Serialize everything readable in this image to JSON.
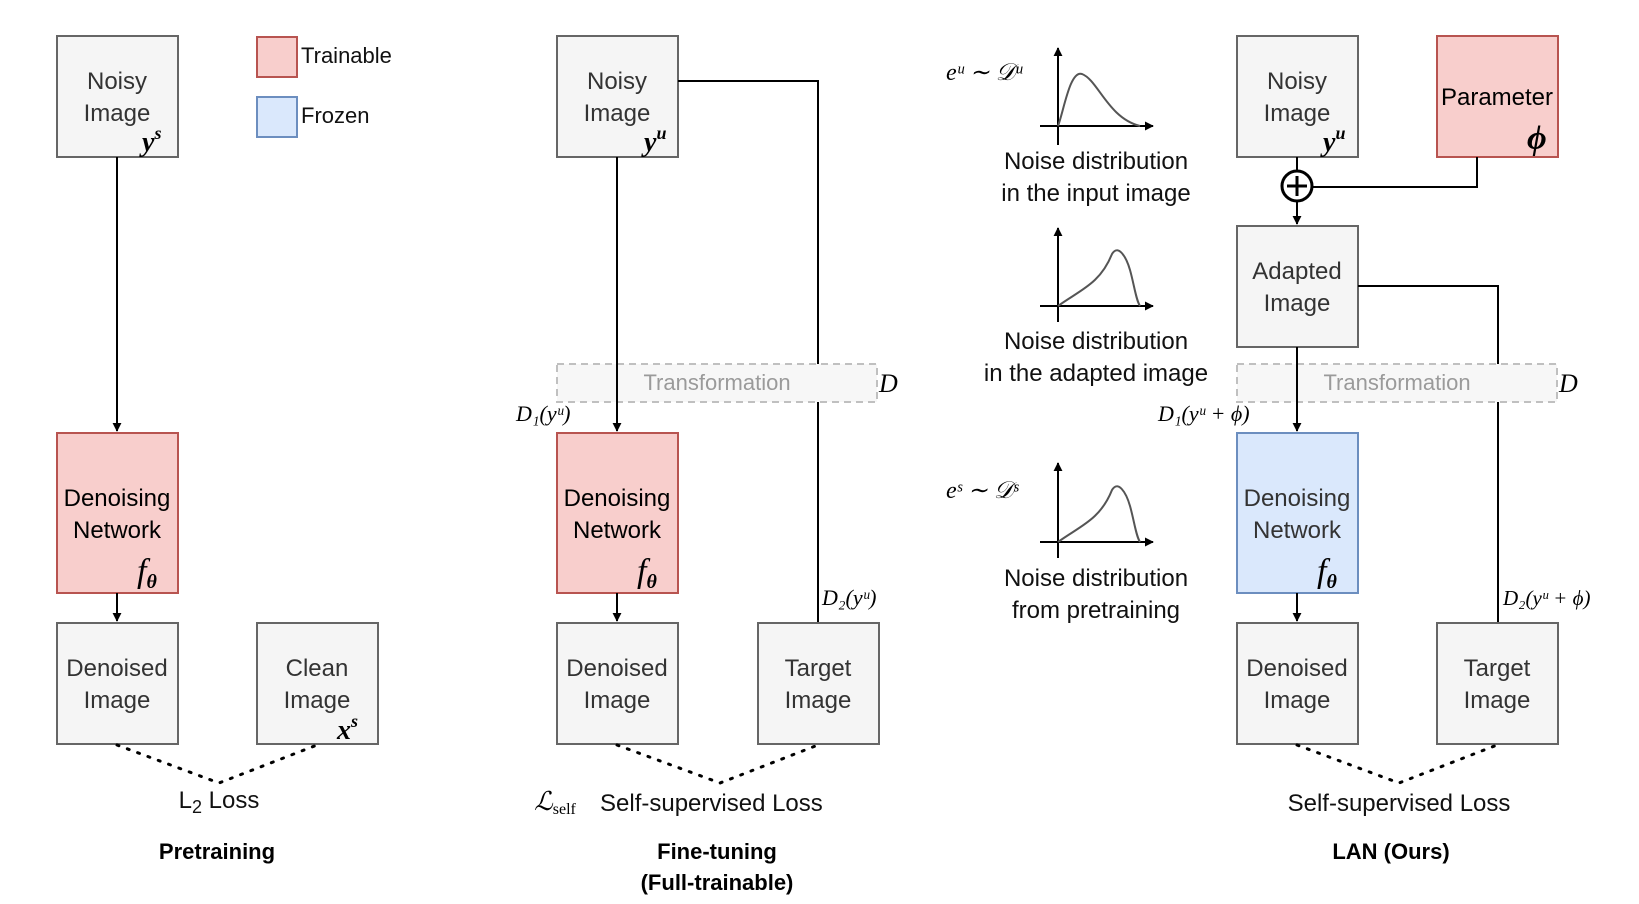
{
  "legend": {
    "trainable": "Trainable",
    "frozen": "Frozen"
  },
  "colors": {
    "trainable_fill": "#f8cecc",
    "trainable_stroke": "#b85450",
    "frozen_fill": "#dae8fc",
    "frozen_stroke": "#6c8ebf",
    "neutral_fill": "#f5f5f5",
    "neutral_stroke": "#666666"
  },
  "pretraining": {
    "noisy_image": [
      "Noisy",
      "Image"
    ],
    "noisy_symbol": "y",
    "noisy_sup": "s",
    "network": [
      "Denoising",
      "Network"
    ],
    "network_symbol": "f",
    "network_sub": "θ",
    "denoised": [
      "Denoised",
      "Image"
    ],
    "clean": [
      "Clean",
      "Image"
    ],
    "clean_symbol": "x",
    "clean_sup": "s",
    "loss_main": "L",
    "loss_sub": "2",
    "loss_rest": " Loss",
    "title": "Pretraining"
  },
  "finetuning": {
    "noisy_image": [
      "Noisy",
      "Image"
    ],
    "noisy_symbol": "y",
    "noisy_sup": "u",
    "transformation": "Transformation",
    "transformation_symbol": "D",
    "d1": "D₁(yᵘ)",
    "d2": "D₂(yᵘ)",
    "network": [
      "Denoising",
      "Network"
    ],
    "network_symbol": "f",
    "network_sub": "θ",
    "denoised": [
      "Denoised",
      "Image"
    ],
    "target": [
      "Target",
      "Image"
    ],
    "loss_symbol": "ℒ",
    "loss_symbol_sub": "self",
    "loss_text": "Self-supervised Loss",
    "title": [
      "Fine-tuning",
      "(Full-trainable)"
    ]
  },
  "lan": {
    "noise_input_formula": "eᵘ ∼ 𝒟ᵘ",
    "noise_input_caption": [
      "Noise distribution",
      "in the input image"
    ],
    "noise_adapted_caption": [
      "Noise distribution",
      "in the adapted image"
    ],
    "noise_pretrain_formula": "eˢ ∼ 𝒟ˢ",
    "noise_pretrain_caption": [
      "Noise distribution",
      "from pretraining"
    ],
    "noisy_image": [
      "Noisy",
      "Image"
    ],
    "noisy_symbol": "y",
    "noisy_sup": "u",
    "parameter": "Parameter",
    "parameter_symbol": "ϕ",
    "plus": "⊕",
    "adapted": [
      "Adapted",
      "Image"
    ],
    "transformation": "Transformation",
    "transformation_symbol": "D",
    "d1": "D₁(yᵘ + ϕ)",
    "d2": "D₂(yᵘ + ϕ)",
    "network": [
      "Denoising",
      "Network"
    ],
    "network_symbol": "f",
    "network_sub": "θ",
    "denoised": [
      "Denoised",
      "Image"
    ],
    "target": [
      "Target",
      "Image"
    ],
    "loss_text": "Self-supervised Loss",
    "title": "LAN (Ours)"
  }
}
